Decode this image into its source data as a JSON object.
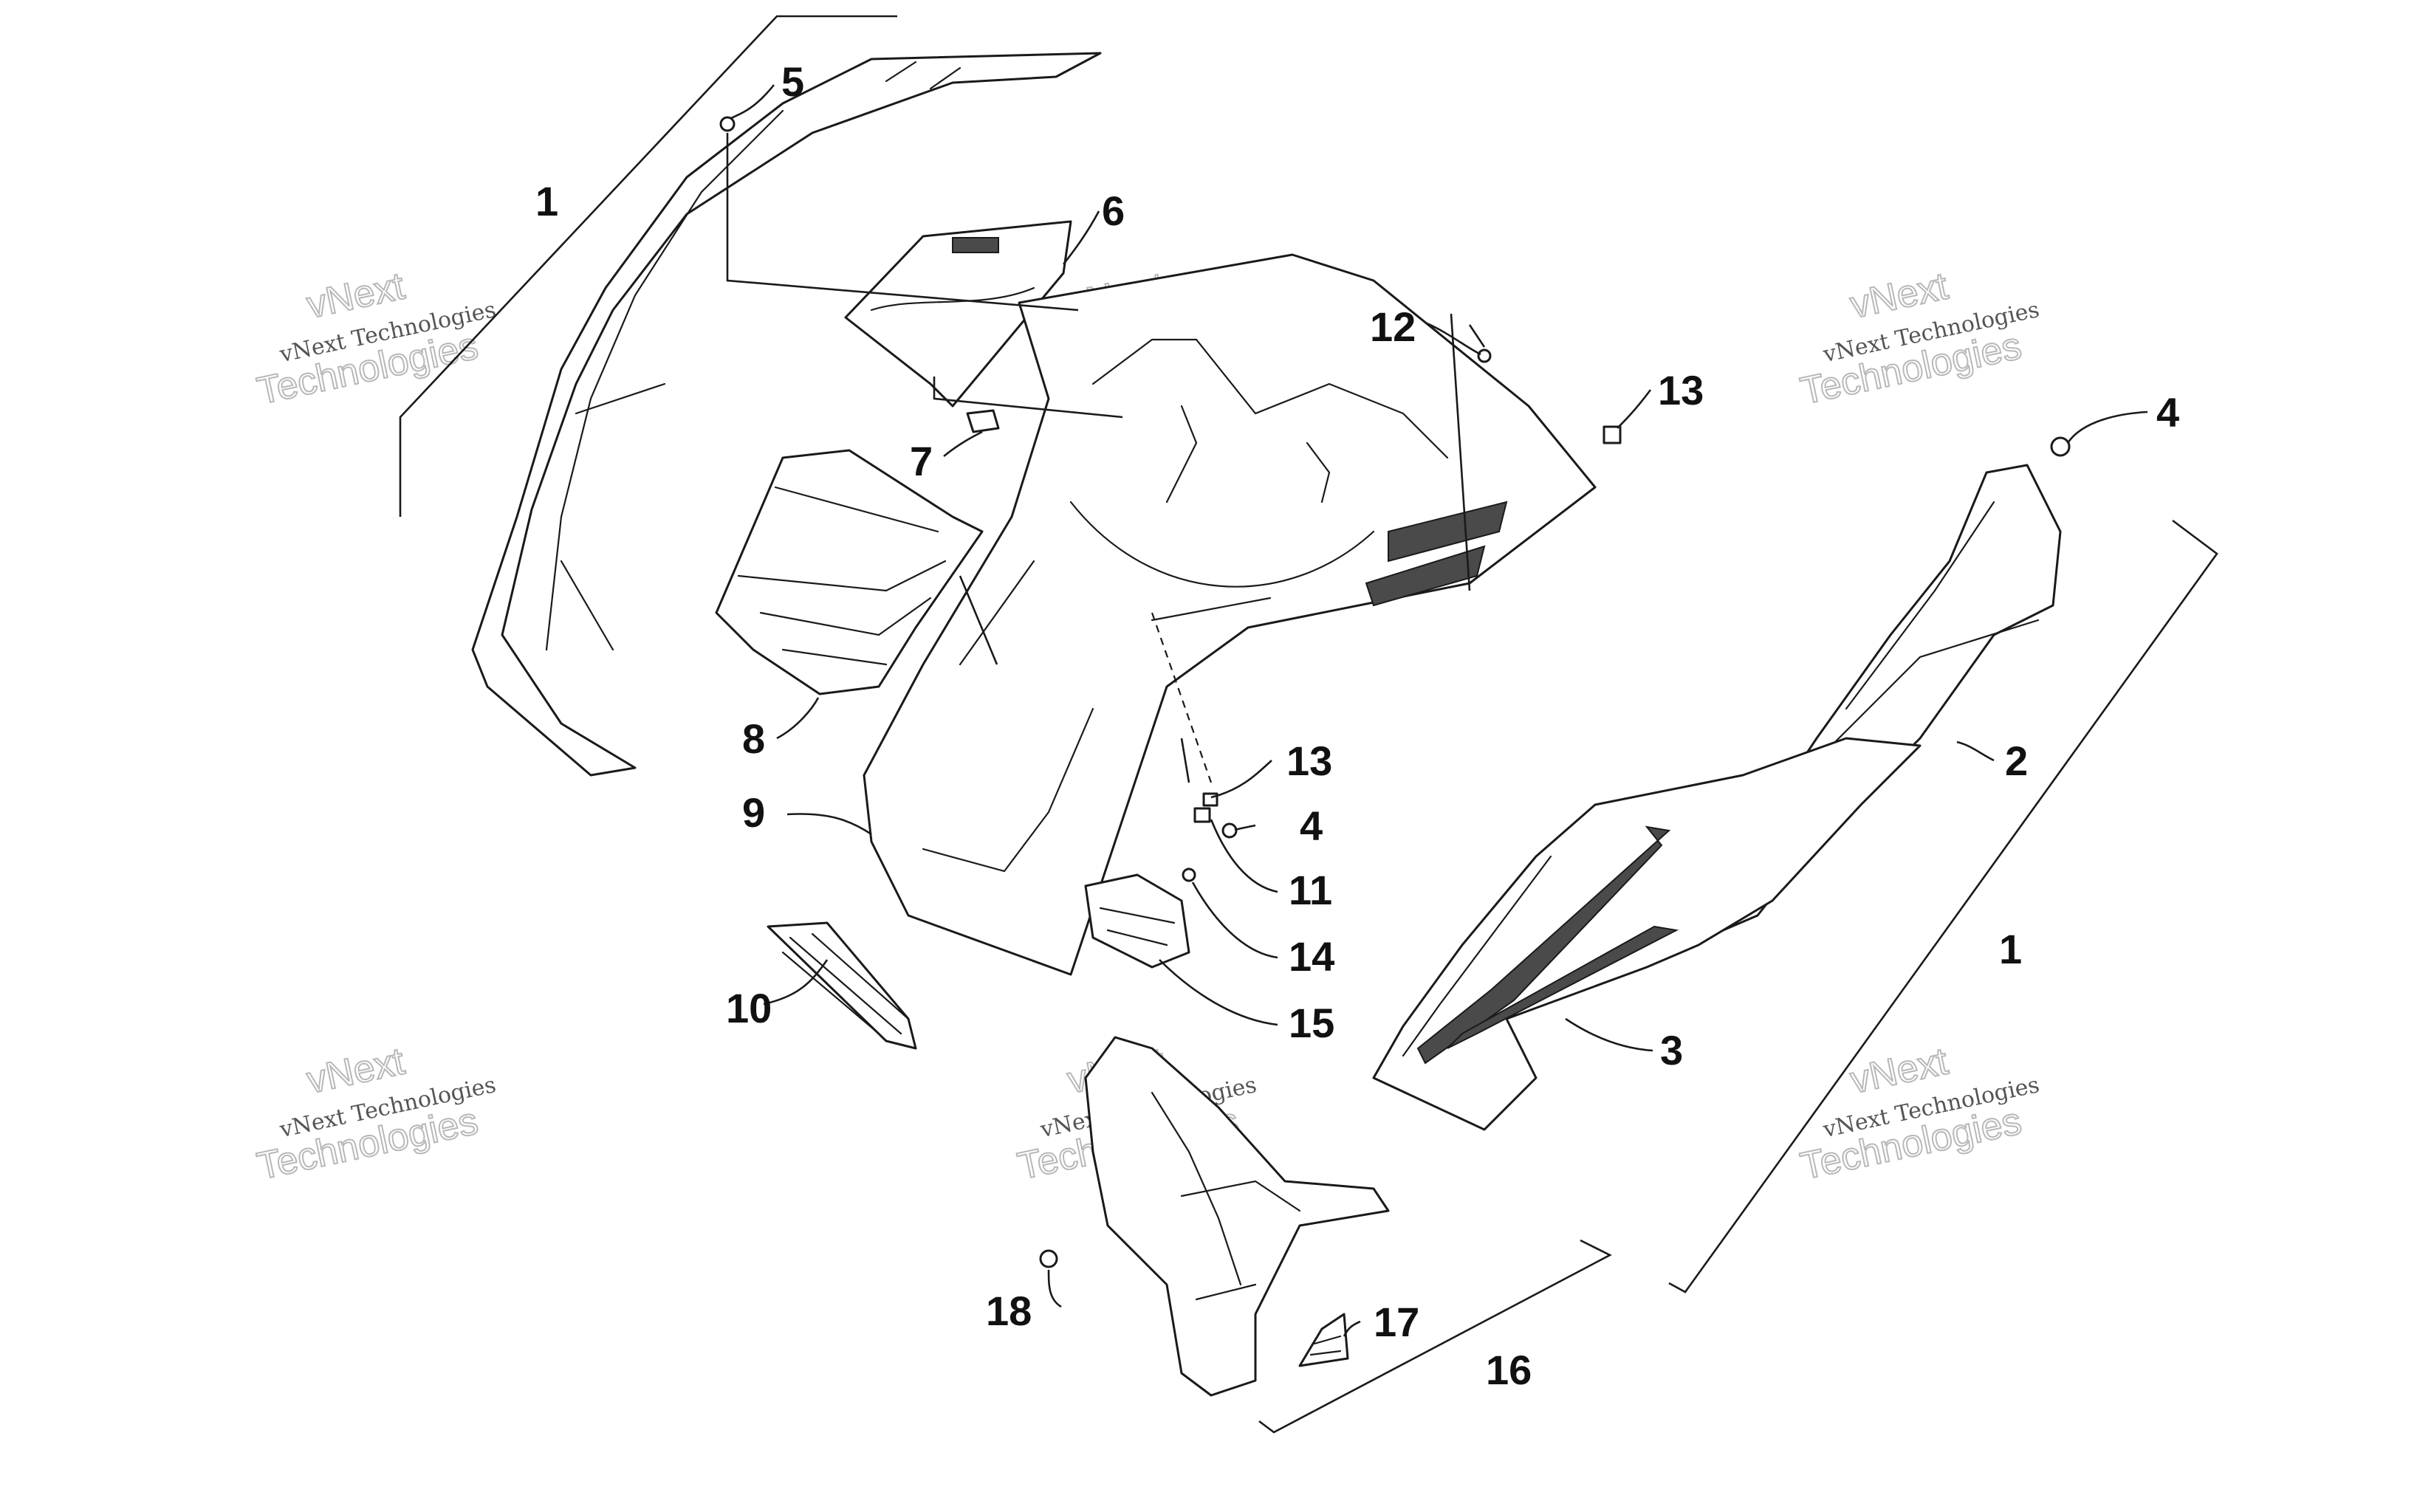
{
  "callouts": [
    {
      "id": "c1a",
      "text": "1"
    },
    {
      "id": "c5",
      "text": "5"
    },
    {
      "id": "c6",
      "text": "6"
    },
    {
      "id": "c7",
      "text": "7"
    },
    {
      "id": "c8",
      "text": "8"
    },
    {
      "id": "c9",
      "text": "9"
    },
    {
      "id": "c10",
      "text": "10"
    },
    {
      "id": "c11",
      "text": "11"
    },
    {
      "id": "c12",
      "text": "12"
    },
    {
      "id": "c13a",
      "text": "13"
    },
    {
      "id": "c13b",
      "text": "13"
    },
    {
      "id": "c4a",
      "text": "4"
    },
    {
      "id": "c4b",
      "text": "4"
    },
    {
      "id": "c14",
      "text": "14"
    },
    {
      "id": "c15",
      "text": "15"
    },
    {
      "id": "c2",
      "text": "2"
    },
    {
      "id": "c1b",
      "text": "1"
    },
    {
      "id": "c3",
      "text": "3"
    },
    {
      "id": "c16",
      "text": "16"
    },
    {
      "id": "c17",
      "text": "17"
    },
    {
      "id": "c18",
      "text": "18"
    }
  ],
  "watermark": {
    "line1": "vNext",
    "line2": "vNext Technologies",
    "line3": "Technologies",
    "line4": "Technologies"
  },
  "colors": {
    "line": "#1a1a1a",
    "watermark": "#b8b8b8",
    "background": "#ffffff"
  }
}
